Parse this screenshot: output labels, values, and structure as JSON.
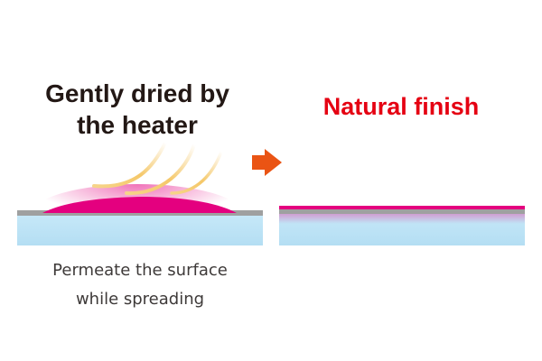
{
  "left_panel": {
    "heading_lines": [
      "Gently dried by",
      "the heater"
    ]
  },
  "right_panel": {
    "heading": "Natural finish"
  },
  "caption_lines": [
    "Permeate the surface",
    "while spreading"
  ],
  "icons": {
    "warm_air": "warm-air-icon",
    "arrow": "right-arrow-icon"
  },
  "colors": {
    "heading_text": "#231815",
    "accent_red": "#e50012",
    "magenta": "#e4007f",
    "arrow_orange": "#ea5414",
    "surface_gray": "#9fa0a0",
    "substrate_blue": "#bde3f5",
    "warm_air": "#f7cf75",
    "caption_text": "#3e3a39"
  }
}
